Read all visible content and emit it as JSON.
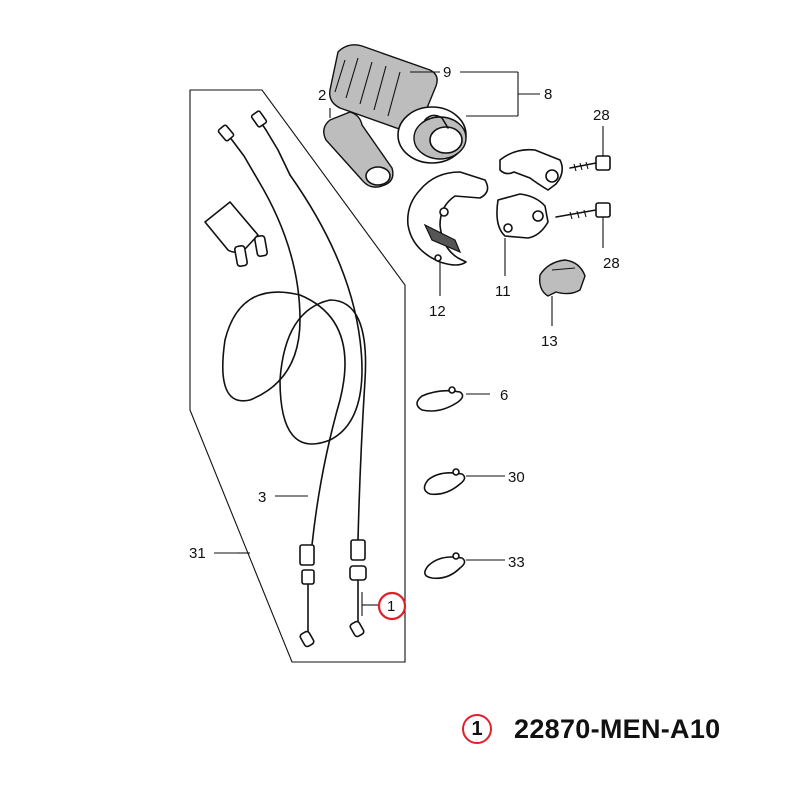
{
  "callouts": {
    "c1": "1",
    "c2": "2",
    "c3": "3",
    "c6": "6",
    "c8": "8",
    "c9": "9",
    "c11": "11",
    "c12": "12",
    "c13": "13",
    "c28a": "28",
    "c28b": "28",
    "c30": "30",
    "c31": "31",
    "c33": "33"
  },
  "legend": {
    "marker": "1",
    "part_number": "22870-MEN-A10"
  },
  "highlight_color": "#e0202a"
}
